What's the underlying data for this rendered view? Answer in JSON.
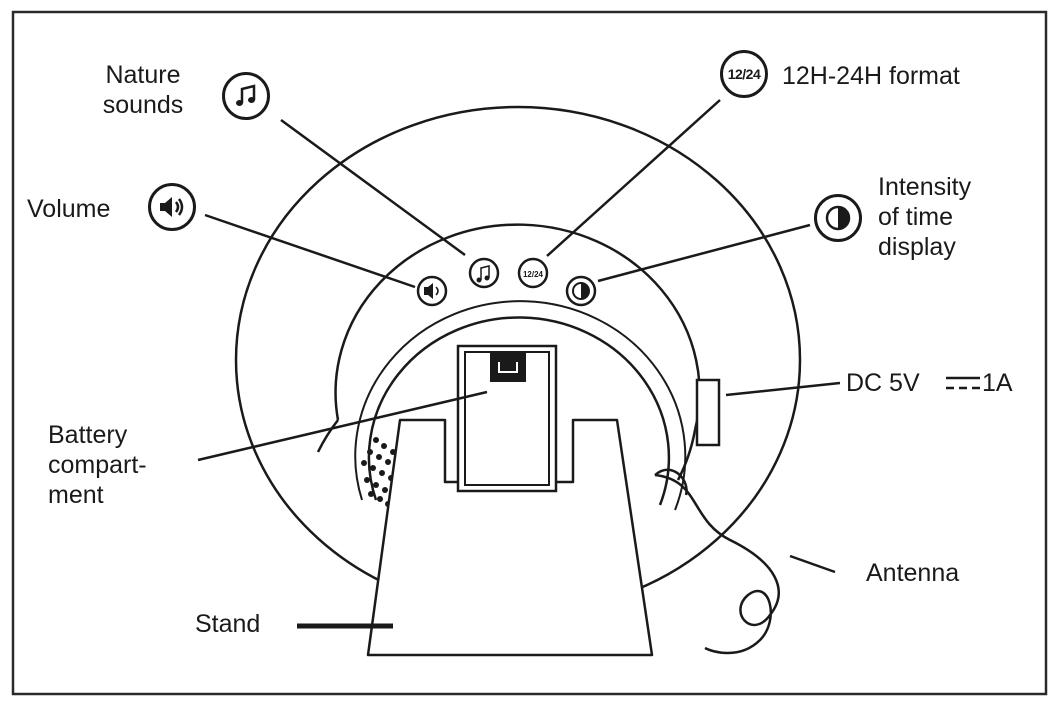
{
  "labels": {
    "nature_sounds": [
      "Nature",
      "sounds"
    ],
    "format": "12H-24H format",
    "format_icon_text": "12/24",
    "volume": "Volume",
    "intensity": [
      "Intensity",
      "of time",
      "display"
    ],
    "dc": "DC 5V",
    "dc_current": "1A",
    "battery": [
      "Battery",
      "compart-",
      "ment"
    ],
    "antenna": "Antenna",
    "stand": "Stand"
  },
  "icons": {
    "nature_sounds": "music-note-icon",
    "format": "clock-format-icon",
    "volume": "speaker-volume-icon",
    "intensity": "half-circle-contrast-icon"
  }
}
